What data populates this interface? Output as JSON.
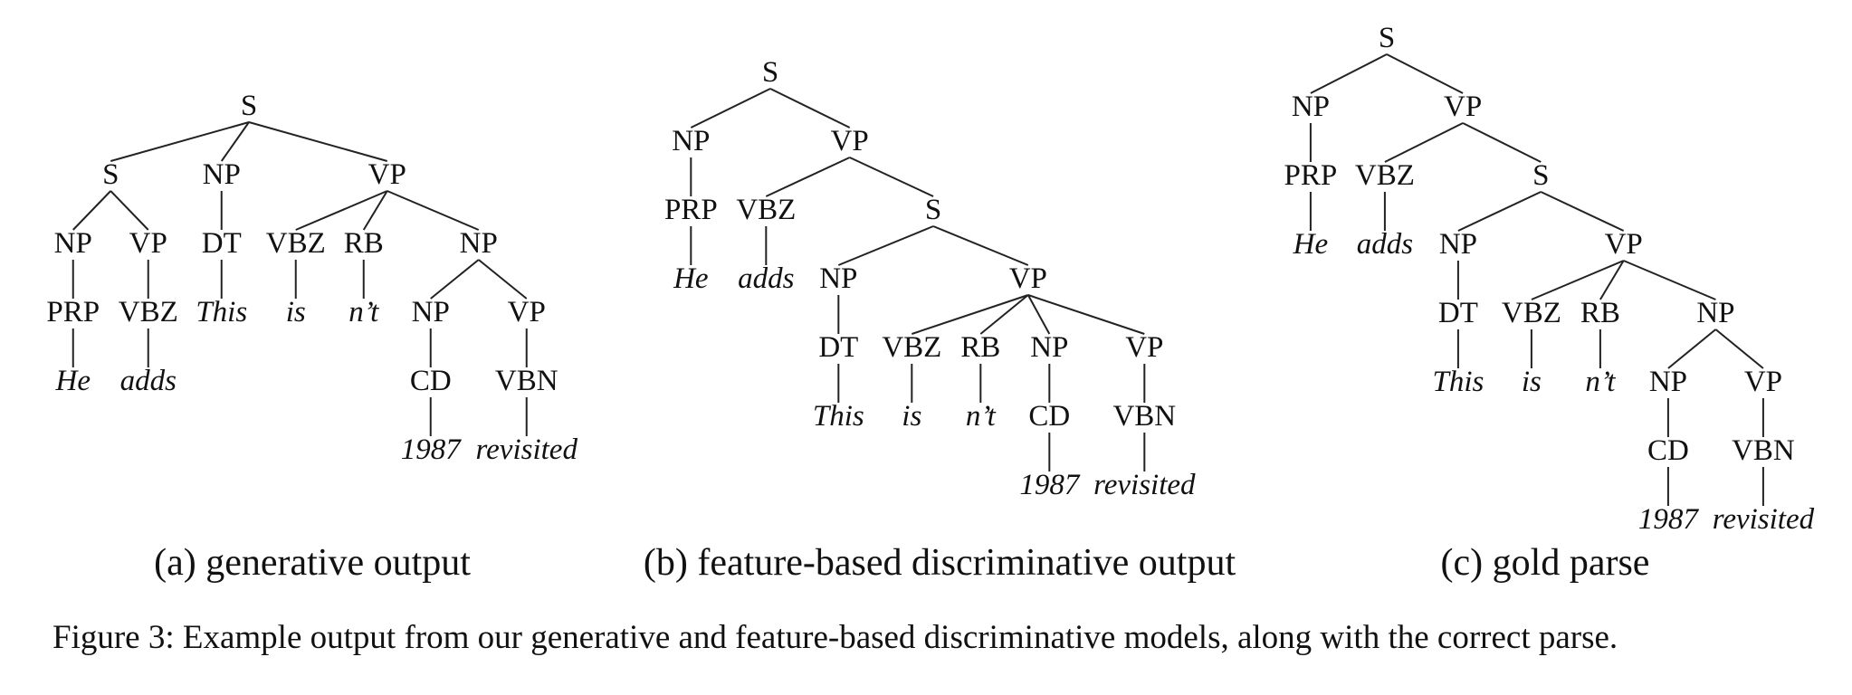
{
  "panels": [
    {
      "id": "a",
      "caption": "(a) generative output",
      "tree": {
        "label": "S",
        "children": [
          {
            "label": "S",
            "children": [
              {
                "label": "NP",
                "children": [
                  {
                    "label": "PRP",
                    "children": [
                      {
                        "word": "He"
                      }
                    ]
                  }
                ]
              },
              {
                "label": "VP",
                "children": [
                  {
                    "label": "VBZ",
                    "children": [
                      {
                        "word": "adds"
                      }
                    ]
                  }
                ]
              }
            ]
          },
          {
            "label": "NP",
            "children": [
              {
                "label": "DT",
                "children": [
                  {
                    "word": "This"
                  }
                ]
              }
            ]
          },
          {
            "label": "VP",
            "children": [
              {
                "label": "VBZ",
                "children": [
                  {
                    "word": "is"
                  }
                ]
              },
              {
                "label": "RB",
                "children": [
                  {
                    "word": "n’t"
                  }
                ]
              },
              {
                "label": "NP",
                "children": [
                  {
                    "label": "NP",
                    "children": [
                      {
                        "label": "CD",
                        "children": [
                          {
                            "word": "1987"
                          }
                        ]
                      }
                    ]
                  },
                  {
                    "label": "VP",
                    "children": [
                      {
                        "label": "VBN",
                        "children": [
                          {
                            "word": "revisited"
                          }
                        ]
                      }
                    ]
                  }
                ]
              }
            ]
          }
        ]
      }
    },
    {
      "id": "b",
      "caption": "(b) feature-based discriminative output",
      "tree": {
        "label": "S",
        "children": [
          {
            "label": "NP",
            "children": [
              {
                "label": "PRP",
                "children": [
                  {
                    "word": "He"
                  }
                ]
              }
            ]
          },
          {
            "label": "VP",
            "children": [
              {
                "label": "VBZ",
                "children": [
                  {
                    "word": "adds"
                  }
                ]
              },
              {
                "label": "S",
                "children": [
                  {
                    "label": "NP",
                    "children": [
                      {
                        "label": "DT",
                        "children": [
                          {
                            "word": "This"
                          }
                        ]
                      }
                    ]
                  },
                  {
                    "label": "VP",
                    "children": [
                      {
                        "label": "VBZ",
                        "children": [
                          {
                            "word": "is"
                          }
                        ]
                      },
                      {
                        "label": "RB",
                        "children": [
                          {
                            "word": "n’t"
                          }
                        ]
                      },
                      {
                        "label": "NP",
                        "children": [
                          {
                            "label": "CD",
                            "children": [
                              {
                                "word": "1987"
                              }
                            ]
                          }
                        ]
                      },
                      {
                        "label": "VP",
                        "children": [
                          {
                            "label": "VBN",
                            "children": [
                              {
                                "word": "revisited"
                              }
                            ]
                          }
                        ]
                      }
                    ]
                  }
                ]
              }
            ]
          }
        ]
      }
    },
    {
      "id": "c",
      "caption": "(c) gold parse",
      "tree": {
        "label": "S",
        "children": [
          {
            "label": "NP",
            "children": [
              {
                "label": "PRP",
                "children": [
                  {
                    "word": "He"
                  }
                ]
              }
            ]
          },
          {
            "label": "VP",
            "children": [
              {
                "label": "VBZ",
                "children": [
                  {
                    "word": "adds"
                  }
                ]
              },
              {
                "label": "S",
                "children": [
                  {
                    "label": "NP",
                    "children": [
                      {
                        "label": "DT",
                        "children": [
                          {
                            "word": "This"
                          }
                        ]
                      }
                    ]
                  },
                  {
                    "label": "VP",
                    "children": [
                      {
                        "label": "VBZ",
                        "children": [
                          {
                            "word": "is"
                          }
                        ]
                      },
                      {
                        "label": "RB",
                        "children": [
                          {
                            "word": "n’t"
                          }
                        ]
                      },
                      {
                        "label": "NP",
                        "children": [
                          {
                            "label": "NP",
                            "children": [
                              {
                                "label": "CD",
                                "children": [
                                  {
                                    "word": "1987"
                                  }
                                ]
                              }
                            ]
                          },
                          {
                            "label": "VP",
                            "children": [
                              {
                                "label": "VBN",
                                "children": [
                                  {
                                    "word": "revisited"
                                  }
                                ]
                              }
                            ]
                          }
                        ]
                      }
                    ]
                  }
                ]
              }
            ]
          }
        ]
      }
    }
  ],
  "figure_caption": "Figure 3: Example output from our generative and feature-based discriminative models, along with the correct parse."
}
